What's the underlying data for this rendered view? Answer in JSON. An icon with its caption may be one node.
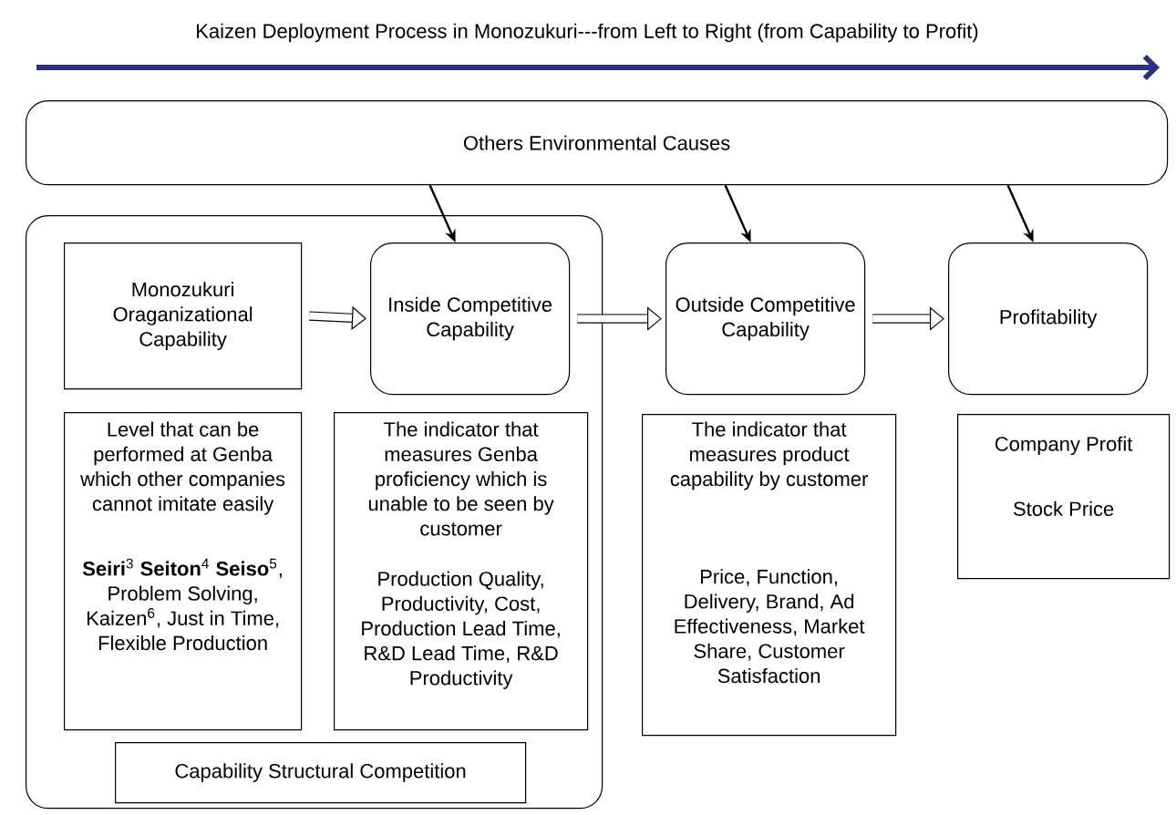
{
  "diagram": {
    "title": "Kaizen Deployment Process in Monozukuri---from Left to Right (from Capability to Profit)",
    "nodes": [
      {
        "text": [
          "Others Environmental Causes"
        ]
      },
      {
        "text": [],
        "shape": "box"
      },
      {
        "text": [
          "Monozukuri Oraganizational Capability"
        ],
        "in": 1
      },
      {
        "text": [
          "Inside Competitive Capability"
        ],
        "in": 1
      },
      {
        "text": [
          "Level that can be performed at Genba which other companies cannot imitate easily",
          "**Seiri**$^{3}$ **Seiton**$^{4}$ **Seiso**$^{5}$, Problem Solving, Kaizen$^{6}$, Just in Time, Flexible Production"
        ],
        "in": 1
      },
      {
        "text": [
          "The indicator that measures Genba proficiency which is unable to be seen by customer",
          "Production Quality, Productivity, Cost, Production Lead Time, R&D Lead Time, R&D Productivity"
        ],
        "in": 1
      },
      {
        "text": [
          "Capability Structural Competition"
        ],
        "in": 1
      },
      {
        "text": [
          "Outside Competitive Capability"
        ]
      },
      {
        "text": [
          "Profitability"
        ]
      },
      {
        "text": [
          "The indicator that measures product capability by customer",
          "Price, Function, Delivery, Brand, Ad Effectiveness, Market Share, Customer Satisfaction"
        ]
      },
      {
        "text": [
          "Company Profit",
          "Stock Price"
        ]
      }
    ],
    "edges": [
      {
        "from": 2,
        "to": 3,
        "arrow": "to",
        "style": "thick"
      },
      {
        "from": 3,
        "to": 7,
        "arrow": "to",
        "style": "thick"
      },
      {
        "from": 7,
        "to": 8,
        "arrow": "to",
        "style": "thick"
      },
      {
        "from": 0,
        "to": 3,
        "arrow": "to"
      },
      {
        "from": 0,
        "to": 7,
        "arrow": "to"
      },
      {
        "from": 0,
        "to": 8,
        "arrow": "to"
      }
    ]
  }
}
